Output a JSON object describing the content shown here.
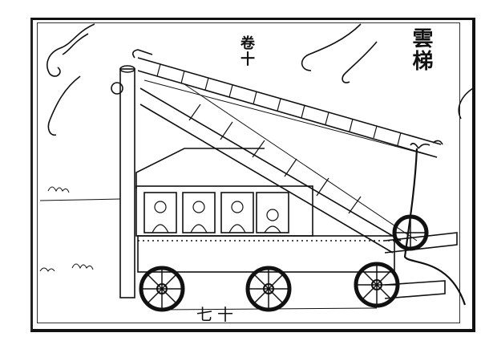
{
  "image": {
    "description": "Woodblock print illustration of a Chinese siege ladder cart with four soldiers inside",
    "title_vertical": "雲梯",
    "volume_label": "卷十",
    "page_number": "七十",
    "watermark": "",
    "colors": {
      "ink": "#111111",
      "paper": "#ffffff"
    },
    "soldiers_count": 4,
    "wheels_count": 4
  }
}
